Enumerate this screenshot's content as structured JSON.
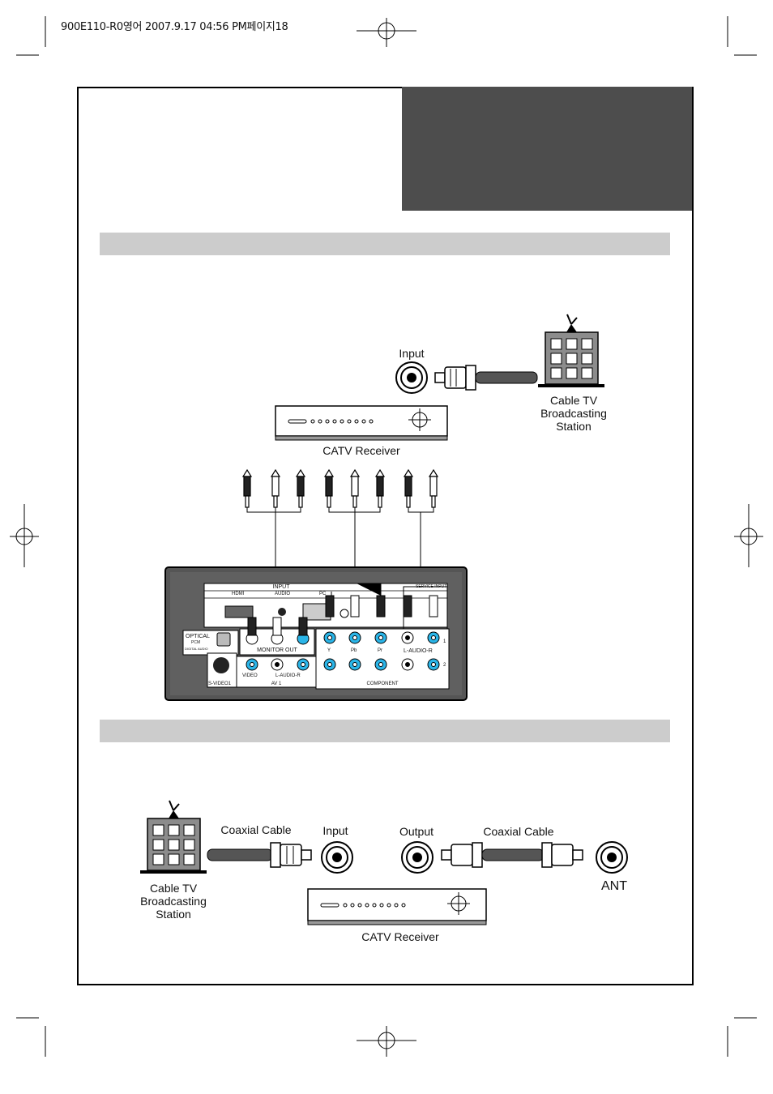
{
  "header": {
    "text": "900E110-R0영어  2007.9.17 04:56 PM페이지18"
  },
  "top_diagram": {
    "input_label": "Input",
    "cable_station_label": "Cable TV\nBroadcasting\nStation",
    "receiver_label": "CATV Receiver",
    "panel": {
      "input_label": "INPUT",
      "hdmi_label": "HDMI",
      "audio_label": "AUDIO",
      "pc_label": "PC",
      "service_input_label": "SERVICE INPUT",
      "optical_label": "OPTICAL",
      "pcm_label": "PCM",
      "digital_audio_label": "DIGITAL AUDIO",
      "monitor_out_label": "MONITOR OUT",
      "y_label": "Y",
      "pb_label": "Pb",
      "pr_label": "Pr",
      "laudio_r_label": "L-AUDIO-R",
      "row1_label": "1",
      "row2_label": "2",
      "svideo_label": "S-VIDEO1",
      "video_label": "VIDEO",
      "av_laudio_r_label": "L-AUDIO-R",
      "av1_label": "AV 1",
      "component_label": "COMPONENT"
    }
  },
  "bottom_diagram": {
    "cable_station_label": "Cable TV\nBroadcasting\nStation",
    "coaxial_left_label": "Coaxial Cable",
    "input_label": "Input",
    "output_label": "Output",
    "coaxial_right_label": "Coaxial Cable",
    "ant_label": "ANT",
    "receiver_label": "CATV Receiver"
  }
}
